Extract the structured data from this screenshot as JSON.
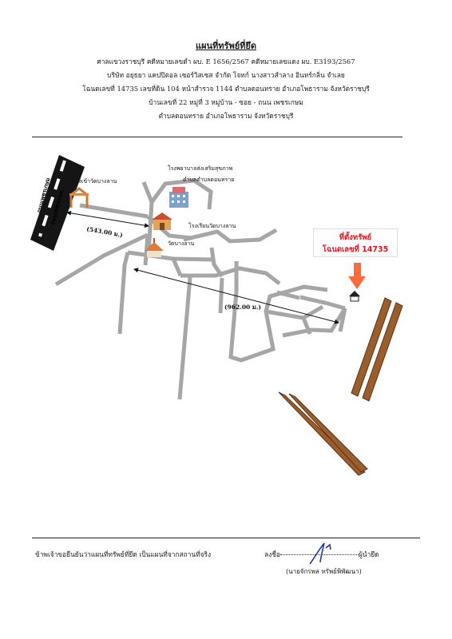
{
  "document": {
    "title": "แผนที่ทรัพย์ที่ยึด",
    "header_lines": [
      "ศาลแขวงราชบุรี คดีหมายเลขดำ ผบ. E 1656/2567  คดีหมายเลขแดง ผบ. E3193/2567",
      "บริษัท อยุธยา แคปปิตอล เซอร์วิสเซส จำกัด  โจทก์  นางสาวสำลาง อินทร์กลิ่น  จำเลย",
      "โฉนดเลขที่ 14735 เลขที่ดิน 104 หน้าสำรวจ 1144  ตำบลดอนทราย  อำเภอโพธาราม จังหวัดราชบุรี",
      "บ้านเลขที่ 22 หมู่ที่ 3 หมู่บ้าน -   ซอย -   ถนน เพชรเกษม",
      "ตำบลดอนทราย  อำเภอโพธาราม  จังหวัดราชบุรี"
    ]
  },
  "map": {
    "highway_label": "ถนนเพชรเกษม",
    "landmarks": {
      "hospital_line1": "โรงพยาบาลส่งเสริมสุขภาพ",
      "hospital_line2": "ตำบลตำบลดอนทราย",
      "temple_gate": "ทางเข้าวัดบางลาน",
      "school": "โรงเรียนวัดบางลาน",
      "temple": "วัดบางลาน"
    },
    "distance_1": "(543.00 ม.)",
    "distance_2": "(962.00 ม.)",
    "property_line1": "ที่ตั้งทรัพย์",
    "property_line2": "โฉนดเลขที่ 14735"
  },
  "footer": {
    "certification": "ข้าพเจ้าขอยืนยันว่าแผนที่ทรัพย์ที่ยึด เป็นแผนที่จากสถานที่จริง",
    "sign_prefix": "ลงชื่อ",
    "sign_suffix": "ผู้นำยึด",
    "signer": "(นายจักรพล   ทรัพย์พิพัฒนา)"
  },
  "colors": {
    "road": "#a6a6a6",
    "highway": "#141414",
    "rail_fill": "#9a5e2e",
    "rail_edge": "#5a3412",
    "callout_text": "#e0161e",
    "pin": "#ff6a3d"
  }
}
